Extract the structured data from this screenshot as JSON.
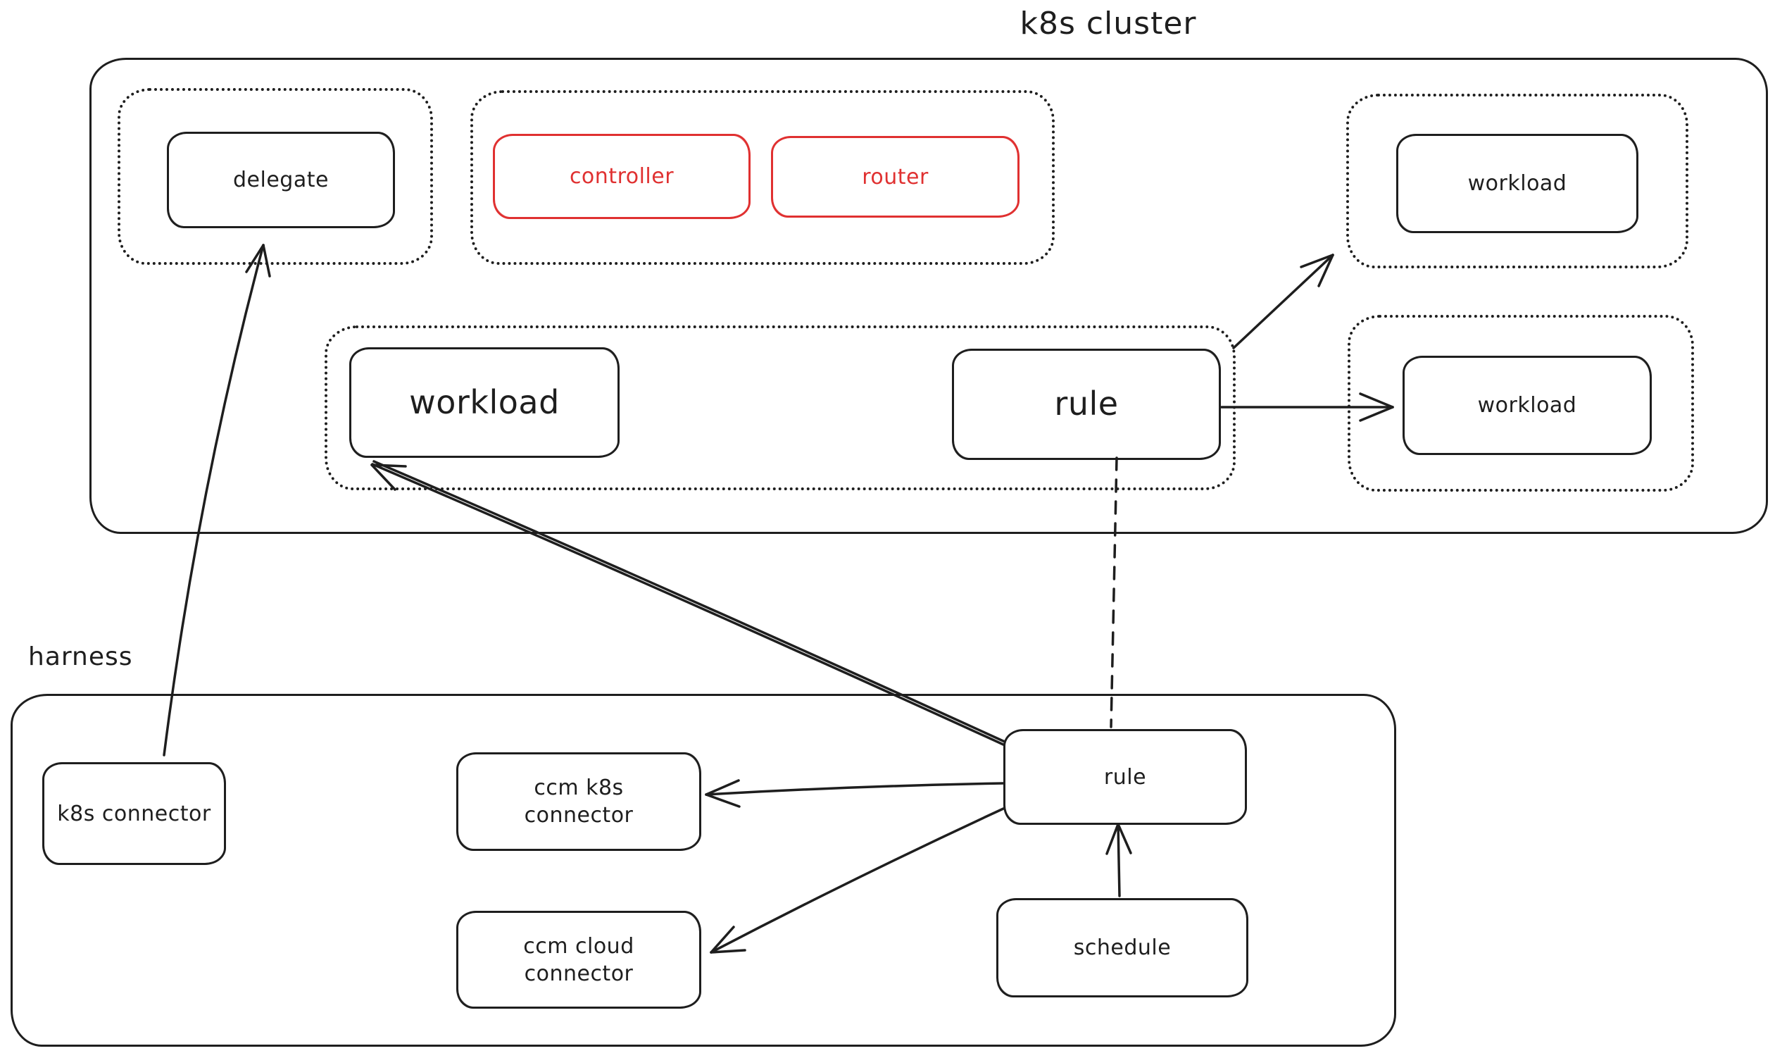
{
  "palette": {
    "ink": "#1e1e1e",
    "accent_red": "#e03131",
    "background": "#ffffff"
  },
  "k8s_cluster": {
    "title": "k8s cluster",
    "nodes": {
      "delegate": "delegate",
      "controller": "controller",
      "router": "router",
      "workload_top": "workload",
      "workload_main": "workload",
      "rule": "rule",
      "workload_right": "workload"
    }
  },
  "harness": {
    "title": "harness",
    "nodes": {
      "k8s_connector": "k8s connector",
      "ccm_k8s_connector": "ccm k8s\nconnector",
      "ccm_cloud_connector": "ccm cloud\nconnector",
      "rule": "rule",
      "schedule": "schedule"
    }
  }
}
